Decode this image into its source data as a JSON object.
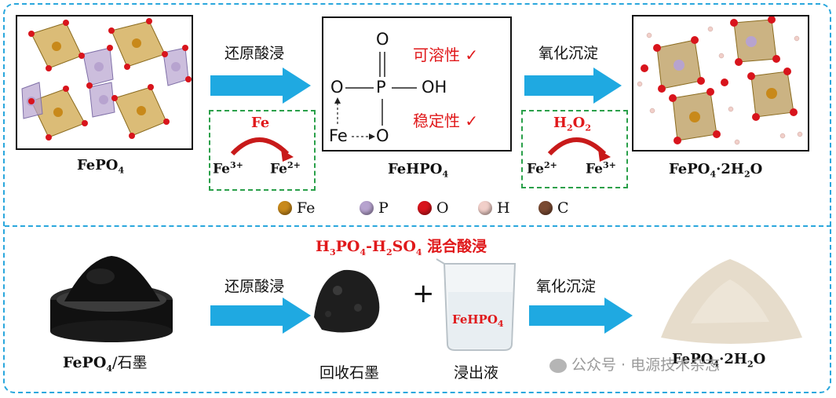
{
  "top": {
    "fepo4_label": "FePO",
    "fepo4_sub": "4",
    "step1": "还原酸浸",
    "step2": "氧化沉淀",
    "fehpo4_label": "FeHPO",
    "fehpo4_sub": "4",
    "product_label_a": "FePO",
    "product_label_sub": "4",
    "product_label_b": "·2H",
    "product_label_sub2": "2",
    "product_label_c": "O",
    "soluble": "可溶性 ✓",
    "stable": "稳定性 ✓",
    "reducer": "Fe",
    "fe3": "Fe",
    "fe3_sup": "3+",
    "fe2": "Fe",
    "fe2_sup": "2+",
    "oxidizer_a": "H",
    "oxidizer_sub": "2",
    "oxidizer_b": "O",
    "oxidizer_sub2": "2",
    "fe2b": "Fe",
    "fe2b_sup": "2+",
    "fe3b": "Fe",
    "fe3b_sup": "3+",
    "formula": {
      "O_top": "O",
      "P": "P",
      "OH": "OH",
      "O_left": "O",
      "O_bottom": "O",
      "Fe": "Fe"
    }
  },
  "legend": [
    {
      "label": "Fe",
      "color": "#c8891a"
    },
    {
      "label": "P",
      "color": "#b7a3cf"
    },
    {
      "label": "O",
      "color": "#d8141c"
    },
    {
      "label": "H",
      "color": "#f1cfc9"
    },
    {
      "label": "C",
      "color": "#7a4a32"
    }
  ],
  "bottom": {
    "acid_title_a": "H",
    "acid_sub1": "3",
    "acid_title_b": "PO",
    "acid_sub2": "4",
    "acid_title_c": "-H",
    "acid_sub3": "2",
    "acid_title_d": "SO",
    "acid_sub4": "4",
    "acid_title_e": " 混合酸浸",
    "raw_label_a": "FePO",
    "raw_label_sub": "4",
    "raw_label_b": "/石墨",
    "step1": "还原酸浸",
    "graphite_label": "回收石墨",
    "plus": "+",
    "beaker_text_a": "FeHPO",
    "beaker_text_sub": "4",
    "leachate_label": "浸出液",
    "step2": "氧化沉淀",
    "product_label_a": "FePO",
    "product_label_sub": "4",
    "product_label_b": "·2H",
    "product_label_sub2": "2",
    "product_label_c": "O",
    "watermark": "公众号 · 电源技术杂志"
  },
  "colors": {
    "arrow": "#1fa9e1",
    "dashed_border": "#2aa7dd",
    "green_dash": "#2aa04a",
    "red": "#e0191b"
  }
}
